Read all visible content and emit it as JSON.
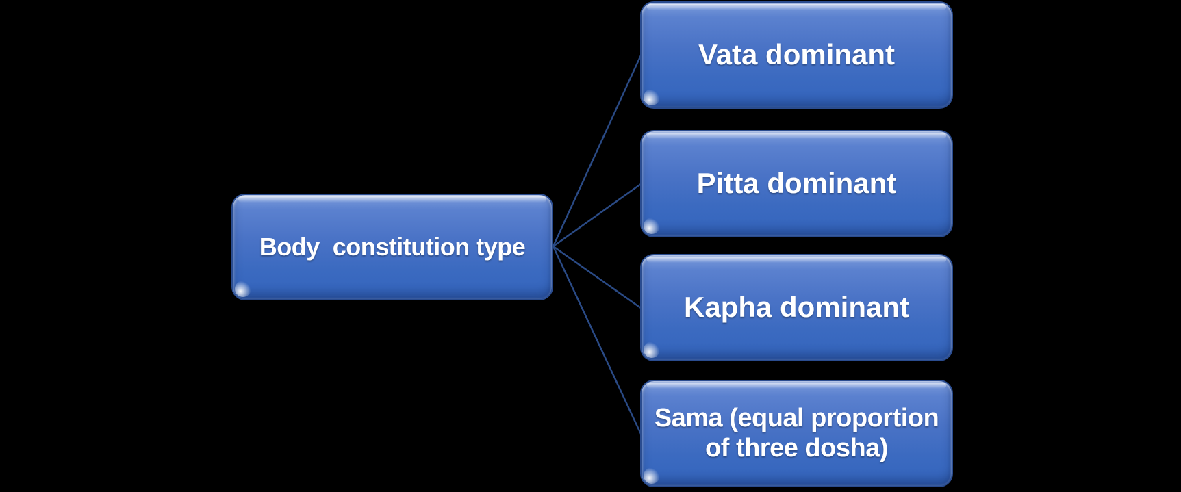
{
  "diagram": {
    "type": "hierarchy",
    "root": {
      "label": "Body  constitution type"
    },
    "children": [
      {
        "label": "Vata dominant"
      },
      {
        "label": "Pitta dominant"
      },
      {
        "label": "Kapha dominant"
      },
      {
        "label": "Sama (equal proportion of three dosha)"
      }
    ],
    "colors": {
      "background": "#000000",
      "node_top": "#7d9ddc",
      "node_bottom": "#3465bd",
      "node_border": "#2a4c8f",
      "connector": "#2a4a85",
      "label_text": "#ffffff"
    }
  }
}
